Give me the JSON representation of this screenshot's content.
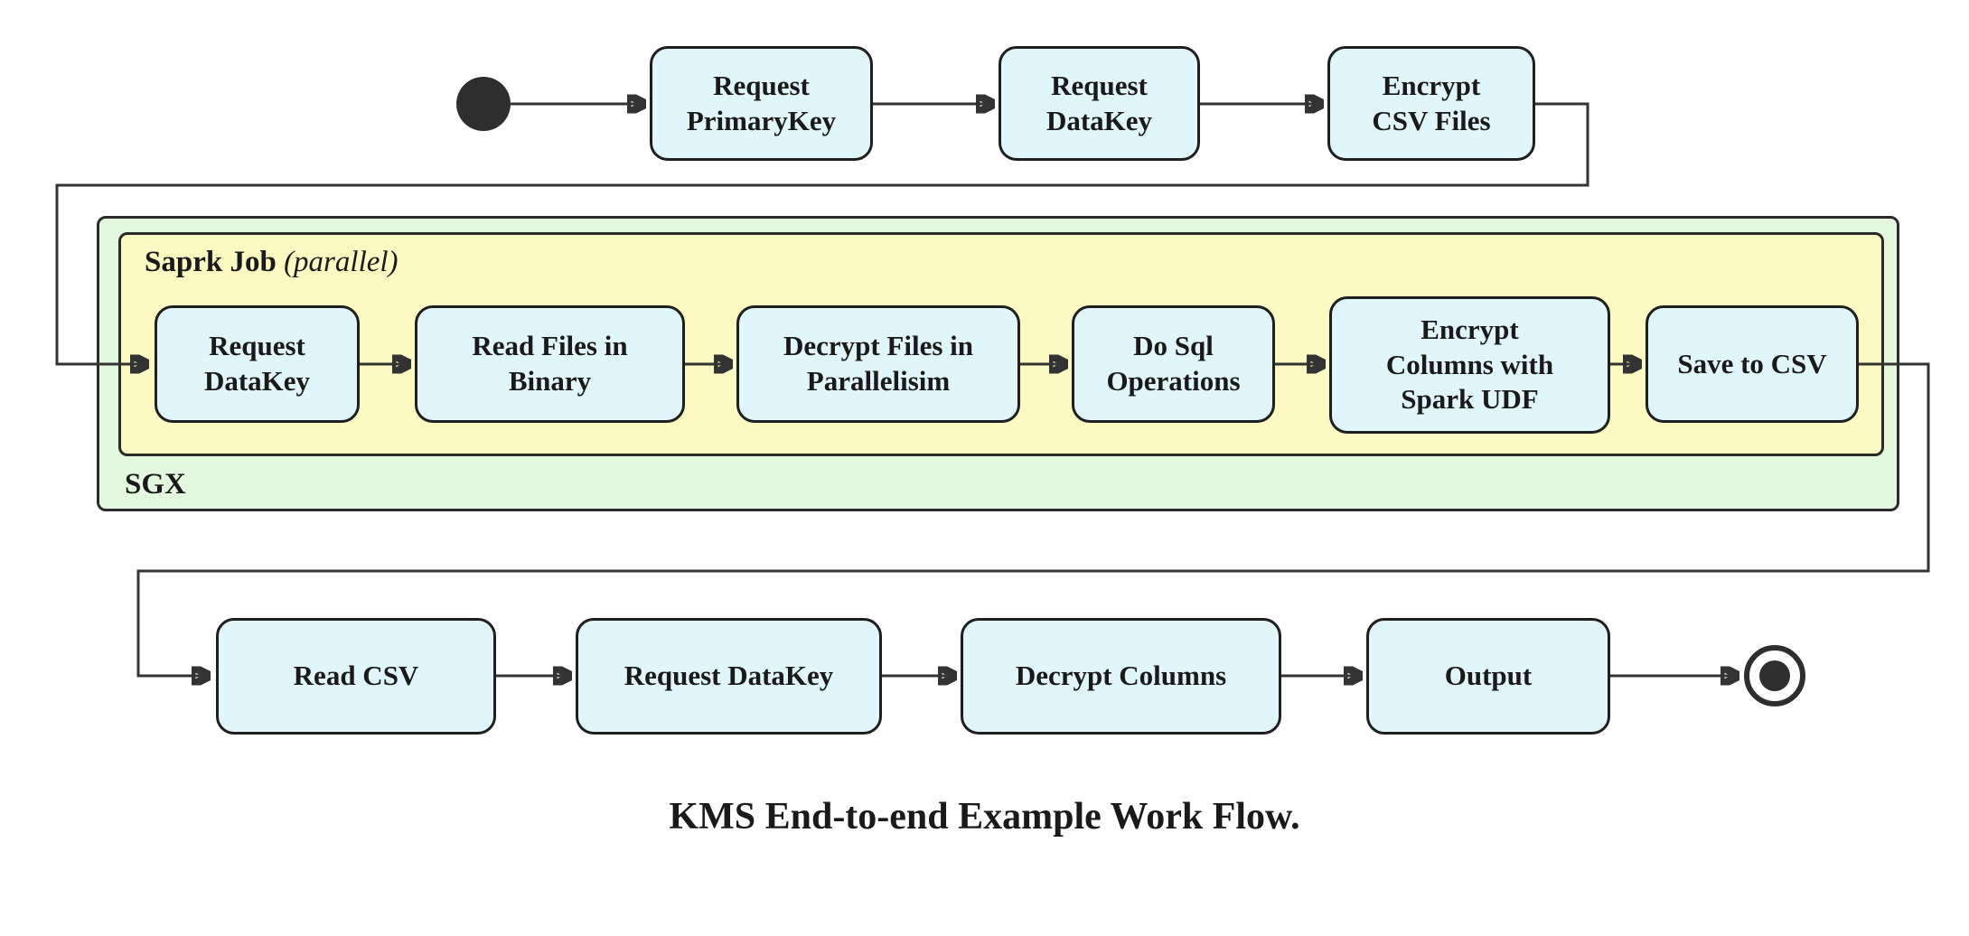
{
  "caption": "KMS End-to-end Example Work Flow.",
  "colors": {
    "node_fill": "#e1f6fa",
    "node_border": "#1f1f1f",
    "spark_container_fill": "#fcf9c2",
    "sgx_container_fill": "#e4f8df",
    "edge_color": "#333333"
  },
  "start_row": {
    "nodes": [
      "Request PrimaryKey",
      "Request DataKey",
      "Encrypt CSV Files"
    ]
  },
  "sgx": {
    "label": "SGX"
  },
  "spark_job": {
    "label": "Saprk Job",
    "qualifier": "(parallel)"
  },
  "spark_row": {
    "nodes": [
      "Request DataKey",
      "Read Files in Binary",
      "Decrypt Files in Parallelisim",
      "Do Sql Operations",
      "Encrypt Columns with Spark UDF",
      "Save to CSV"
    ]
  },
  "output_row": {
    "nodes": [
      "Read CSV",
      "Request DataKey",
      "Decrypt Columns",
      "Output"
    ]
  }
}
